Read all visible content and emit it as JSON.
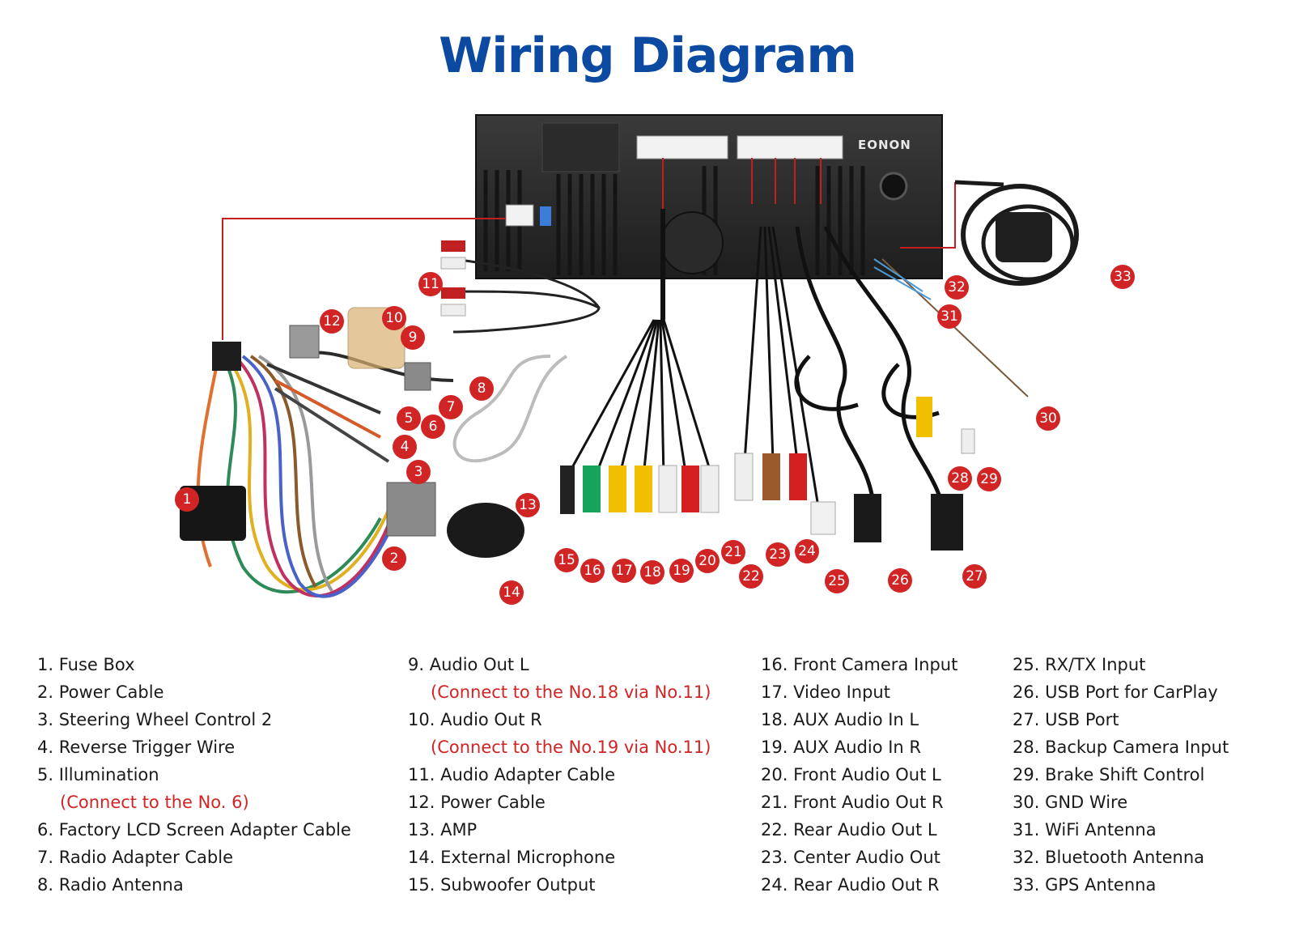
{
  "title": "Wiring Diagram",
  "brand": "EONON",
  "colors": {
    "title": "#0b4aa0",
    "badge": "#d12424",
    "note": "#d12424"
  },
  "badges": [
    "1",
    "2",
    "3",
    "4",
    "5",
    "6",
    "7",
    "8",
    "9",
    "10",
    "11",
    "12",
    "13",
    "14",
    "15",
    "16",
    "17",
    "18",
    "19",
    "20",
    "21",
    "22",
    "23",
    "24",
    "25",
    "26",
    "27",
    "28",
    "29",
    "30",
    "31",
    "32",
    "33"
  ],
  "legend": {
    "col1": [
      {
        "text": "1. Fuse Box"
      },
      {
        "text": "2. Power Cable"
      },
      {
        "text": "3. Steering Wheel Control 2"
      },
      {
        "text": "4. Reverse Trigger Wire"
      },
      {
        "text": "5. Illumination"
      },
      {
        "text": "(Connect to the No. 6)",
        "note": true
      },
      {
        "text": "6. Factory LCD Screen Adapter Cable"
      },
      {
        "text": "7. Radio Adapter Cable"
      },
      {
        "text": "8. Radio Antenna"
      }
    ],
    "col2": [
      {
        "text": "9. Audio Out L"
      },
      {
        "text": "(Connect to the No.18 via No.11)",
        "note": true
      },
      {
        "text": "10. Audio Out R"
      },
      {
        "text": "(Connect to the No.19 via No.11)",
        "note": true
      },
      {
        "text": "11. Audio Adapter Cable"
      },
      {
        "text": "12. Power Cable"
      },
      {
        "text": "13. AMP"
      },
      {
        "text": "14. External Microphone"
      },
      {
        "text": "15. Subwoofer Output"
      }
    ],
    "col3": [
      {
        "text": "16. Front Camera Input"
      },
      {
        "text": "17. Video Input"
      },
      {
        "text": "18. AUX Audio In L"
      },
      {
        "text": "19. AUX Audio In R"
      },
      {
        "text": "20. Front Audio Out L"
      },
      {
        "text": "21. Front Audio Out R"
      },
      {
        "text": "22. Rear Audio Out L"
      },
      {
        "text": "23. Center Audio Out"
      },
      {
        "text": "24. Rear Audio Out R"
      }
    ],
    "col4": [
      {
        "text": "25. RX/TX Input"
      },
      {
        "text": "26. USB Port for CarPlay"
      },
      {
        "text": "27. USB Port"
      },
      {
        "text": "28. Backup Camera Input"
      },
      {
        "text": "29. Brake Shift Control"
      },
      {
        "text": "30. GND Wire"
      },
      {
        "text": "31. WiFi Antenna"
      },
      {
        "text": "32. Bluetooth Antenna"
      },
      {
        "text": "33. GPS Antenna"
      }
    ]
  }
}
